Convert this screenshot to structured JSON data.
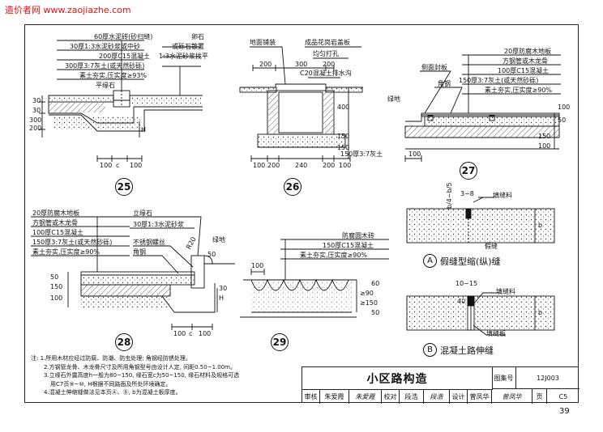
{
  "watermark": "造价者网 www.zaojiazhe.com",
  "page_number": "39",
  "title_block": {
    "title": "小区路构造",
    "atlas_label": "图集号",
    "atlas_no": "12J003",
    "review_label": "审核",
    "reviewer": "朱爱霞",
    "check_label": "校对",
    "checker": "段浩",
    "design_label": "设计",
    "designer": "曾凤华",
    "page_label": "页",
    "page": "C5"
  },
  "details": {
    "d25": {
      "num": "25",
      "layers": [
        "60厚水泥砖(砂扫缝)",
        "30厚1:3水泥砂浆或中砂",
        "200厚C15混凝土",
        "300厚3:7灰土(或天然砂砾)",
        "素土夯实,压实度≥93%"
      ],
      "curb": "平缘石",
      "right": [
        "卵石",
        "或砾石散置",
        "1:3水泥砂浆找平"
      ],
      "dims": [
        "100",
        "c",
        "100",
        "30",
        "300",
        "200",
        "30",
        "H"
      ]
    },
    "d26": {
      "num": "26",
      "labels": [
        "地面铺装",
        "成品花岗岩盖板",
        "均匀打孔",
        "C20混凝土排水沟",
        "150厚3:7灰土"
      ],
      "dims_top": [
        "200",
        "300",
        "200"
      ],
      "dims_side": [
        "400",
        "150",
        "150"
      ],
      "dims_bottom": [
        "100",
        "200",
        "240",
        "200",
        "100"
      ]
    },
    "d27": {
      "num": "27",
      "layers": [
        "20厚防腐木地板",
        "方钢管或木龙骨",
        "100厚C15混凝土",
        "150厚3:7灰土(或天然砂砾)",
        "素土夯实,压实度≥90%"
      ],
      "labels": [
        "侧面封板",
        "角钢",
        "绿地"
      ],
      "dims": [
        "100",
        "50",
        "150",
        "100",
        "100"
      ]
    },
    "d28": {
      "num": "28",
      "layers": [
        "20厚防腐木地板",
        "方钢管或木龙骨",
        "100厚C15混凝土",
        "150厚3:7灰土(或天然砂砾)",
        "素土夯实,压实度≥90%"
      ],
      "labels": [
        "立缘石",
        "30厚1:3水泥砂浆",
        "不锈钢螺丝",
        "角钢",
        "绿地",
        "R20"
      ],
      "dims": [
        "100",
        "c",
        "100",
        "50",
        "150",
        "100",
        "50",
        "H",
        "30"
      ]
    },
    "d29": {
      "num": "29",
      "layers": [
        "防腐圆木砖",
        "150厚C15混凝土",
        "素土夯实,压实度≥90%"
      ],
      "dims": [
        "100",
        "≥90",
        "≥150",
        "60",
        "50"
      ]
    },
    "dA": {
      "letter": "A",
      "caption": "假缝型缩(纵)缝",
      "labels": [
        "3~8",
        "填缝料",
        "b/4~b/5",
        "假缝",
        "b"
      ]
    },
    "dB": {
      "letter": "B",
      "caption": "混凝土路伸缝",
      "labels": [
        "10~15",
        "填缝料",
        "40",
        "填缝板",
        "b"
      ]
    }
  },
  "notes": [
    "注: 1.所用木材应经过防腐、防潮、防虫处理; 角钢经防锈处理。",
    "2.方钢管龙骨、木龙骨尺寸及所用角钢型号由设计人定, 间距0.50~1.00m。",
    "3.立缘石外露高度h一般为80~150, 缘石宽c为50~150, 缘石材料及规格可选",
    "用C7页⑨~⑩, H根据不同路面及所处环境确定。",
    "4.混凝土伸缩缝做法见本页Ⓐ、Ⓑ, b为混凝土板厚度。"
  ],
  "colors": {
    "watermark": "#dd1111",
    "ink": "#111111"
  }
}
